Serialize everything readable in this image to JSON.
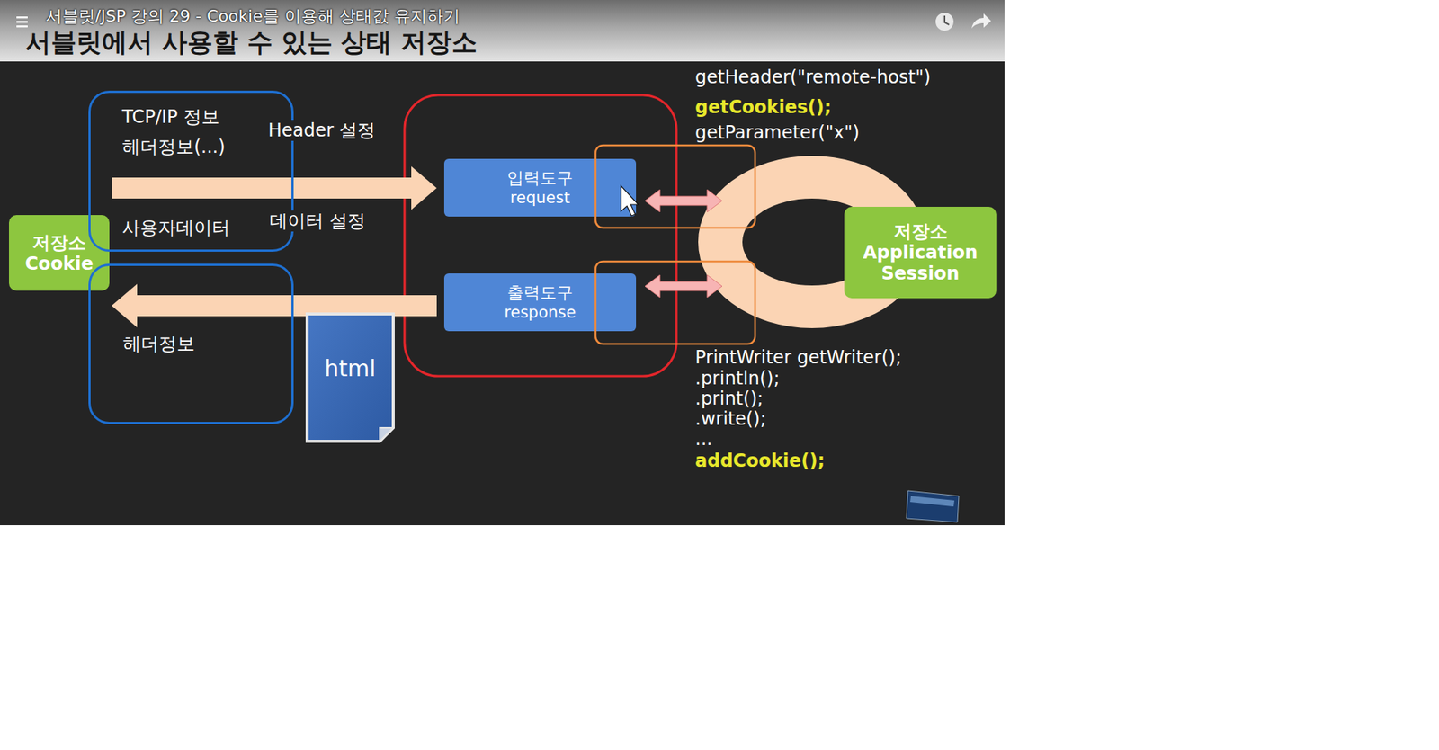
{
  "diagram": {
    "title": "서블릿에서 사용할 수 있는 상태 저장소",
    "nodes": [
      {
        "text": [
          "저장소",
          "Cookie"
        ]
      },
      {
        "text": [
          "TCP/IP 정보",
          "헤더정보(...)",
          "사용자데이터"
        ]
      },
      {
        "text": [
          "헤더정보"
        ]
      },
      {
        "text": [
          "입력도구",
          "request"
        ]
      },
      {
        "text": [
          "출력도구",
          "response"
        ]
      },
      {
        "text": [
          "html"
        ]
      },
      {
        "text": [
          "저장소",
          "Application Session"
        ]
      }
    ],
    "edges": [
      {
        "from": 0,
        "to": 3,
        "arrow": "to"
      },
      {
        "from": 4,
        "to": 0,
        "arrow": "to"
      }
    ],
    "labels": [
      "서블릿/JSP 강의 29 - Cookie를 이용해 상태값 유지하기",
      "Header 설정",
      "데이터 설정",
      "getHeader(\"remote-host\")",
      "getCookies();",
      "getParameter(\"x\")",
      "PrintWriter getWriter();",
      ".println();",
      ".print();",
      ".write();",
      "...",
      "addCookie();"
    ]
  }
}
